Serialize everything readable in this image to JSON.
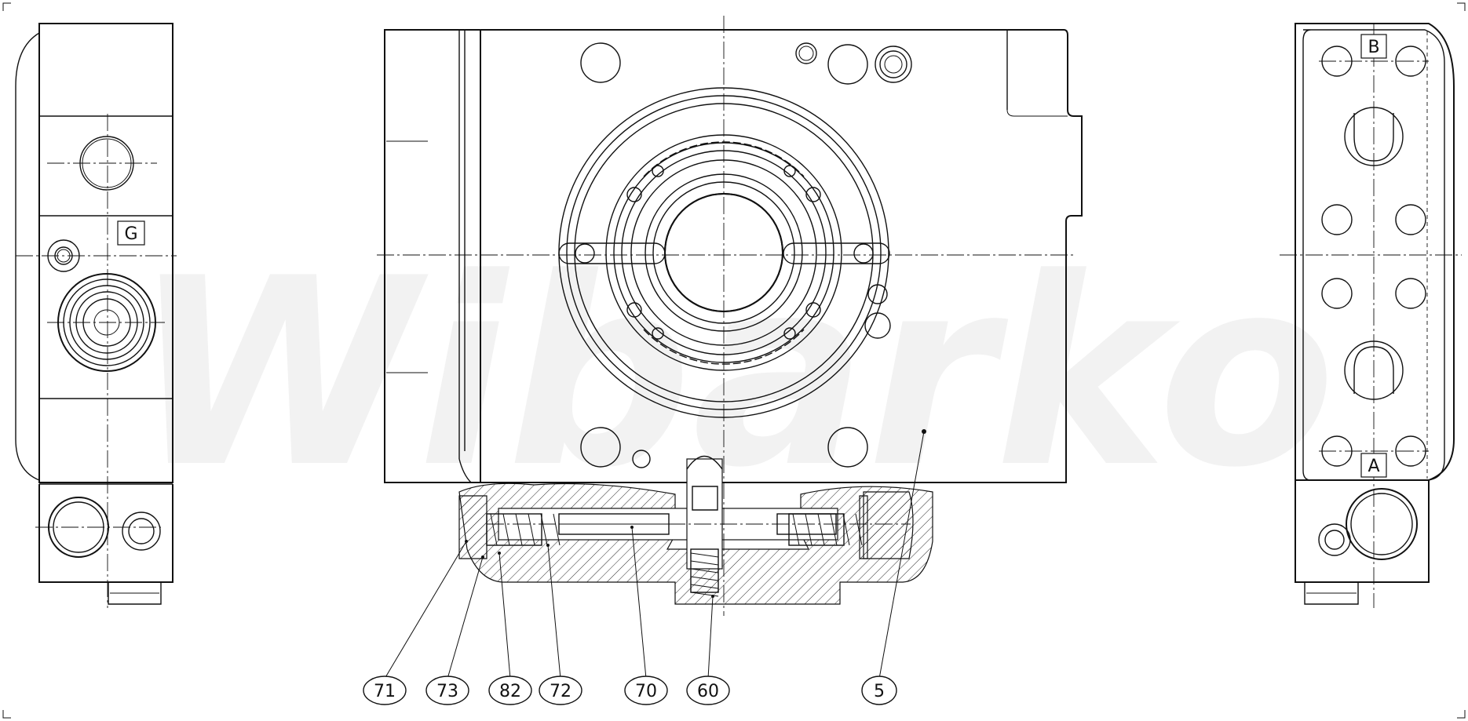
{
  "watermark": {
    "text": "Wibarko"
  },
  "port_labels": {
    "left_view": "G",
    "right_top": "B",
    "right_bottom": "A"
  },
  "callouts": [
    "71",
    "73",
    "82",
    "72",
    "70",
    "60",
    "5"
  ]
}
